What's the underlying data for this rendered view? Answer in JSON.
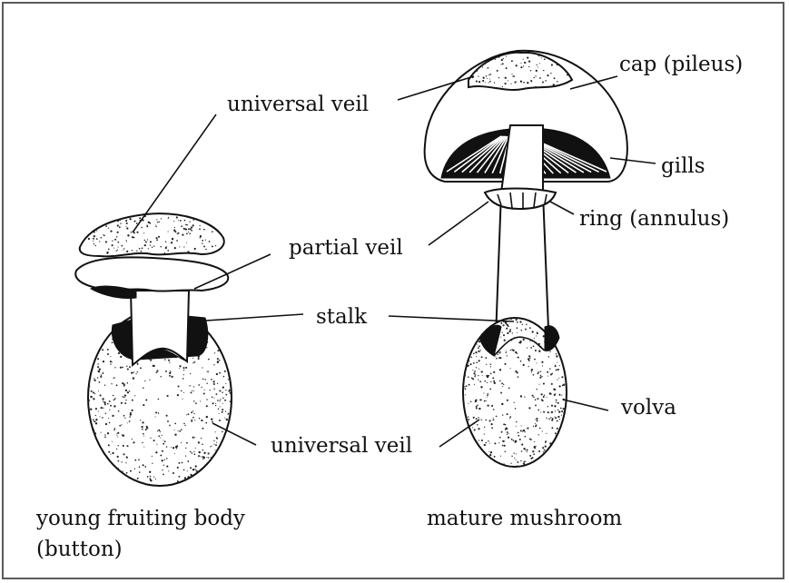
{
  "labels": {
    "universal_veil_top": "universal veil",
    "cap": "cap (pileus)",
    "gills": "gills",
    "ring": "ring (annulus)",
    "partial_veil": "partial veil",
    "stalk": "stalk",
    "volva": "volva",
    "universal_veil_bottom": "universal veil"
  },
  "captions": {
    "young_line1": "young fruiting body",
    "young_line2": "(button)",
    "mature": "mature mushroom"
  }
}
